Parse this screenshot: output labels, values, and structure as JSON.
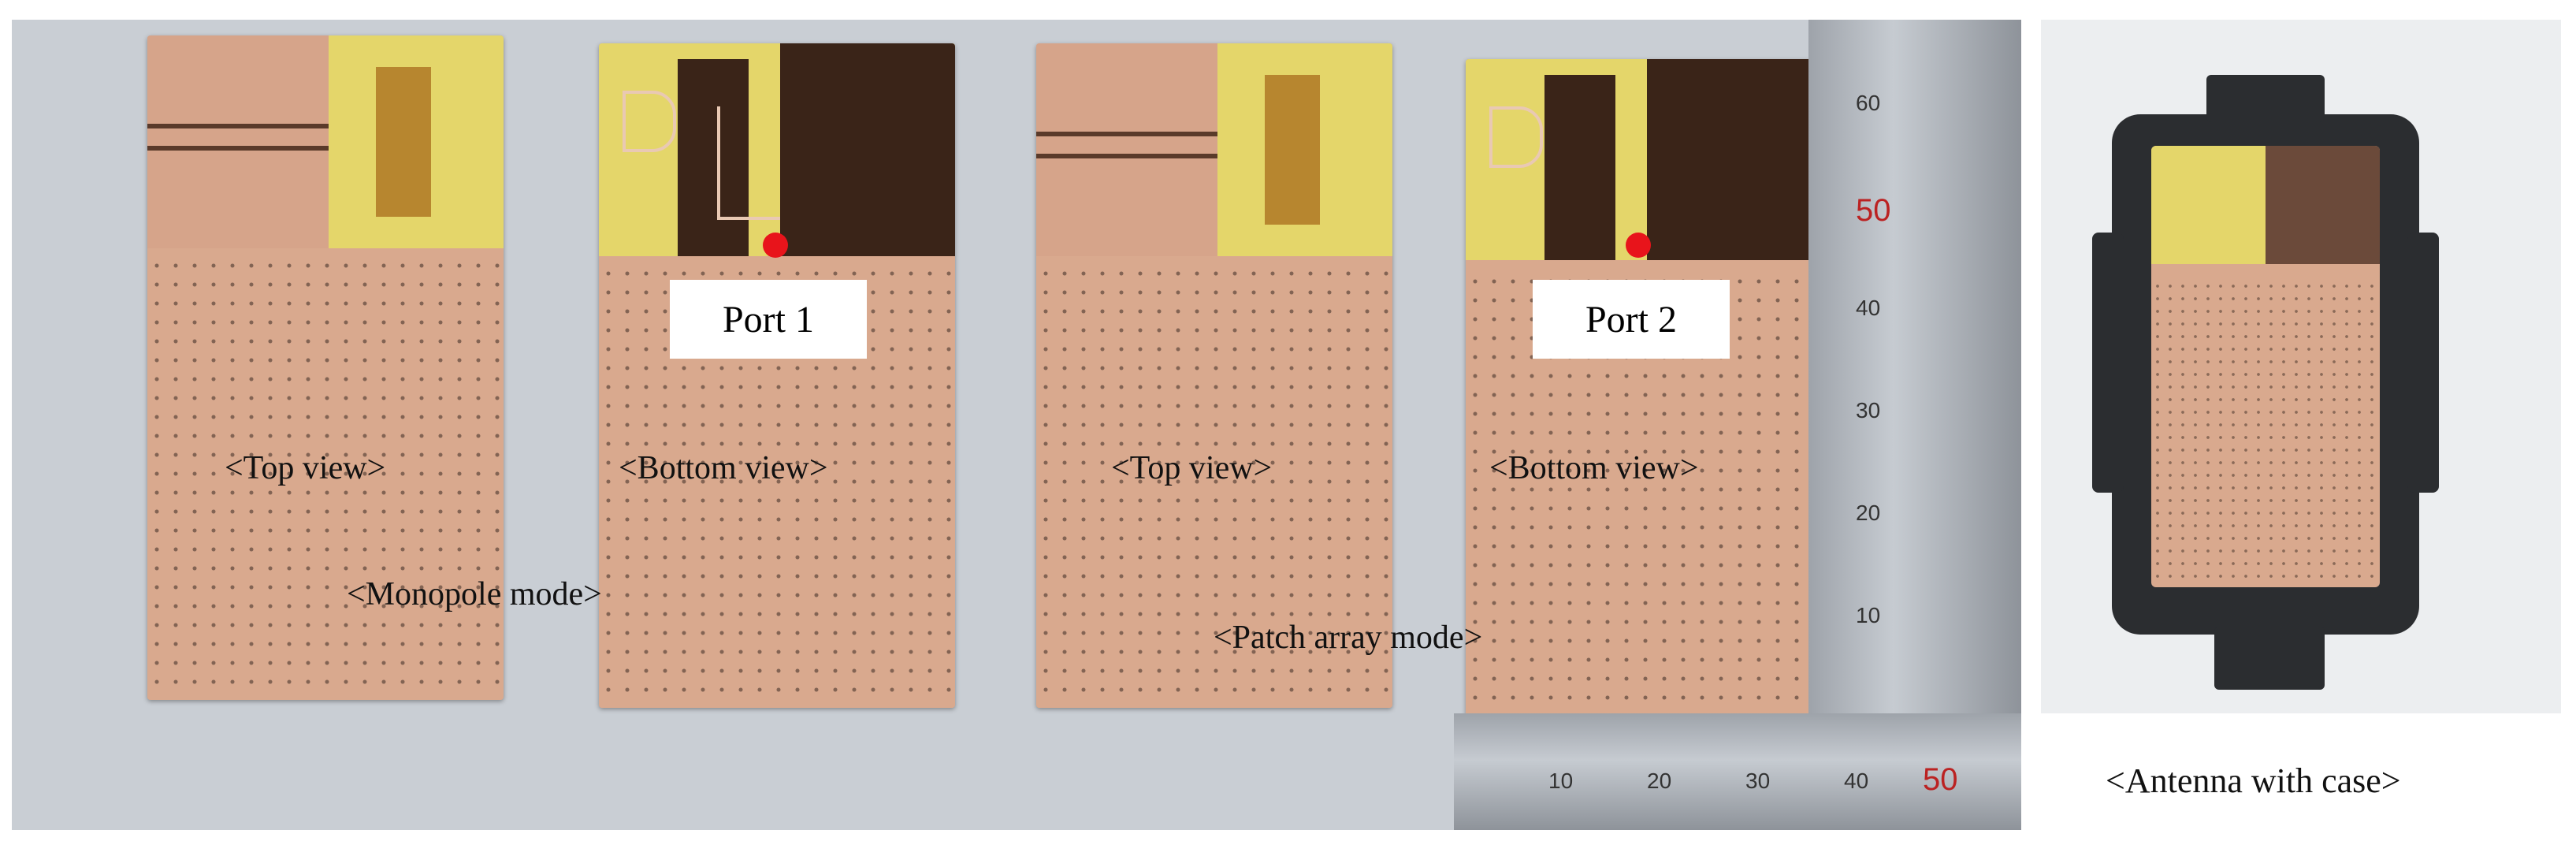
{
  "labels": {
    "port1": "Port 1",
    "port2": "Port 2",
    "top_view_1": "<Top view>",
    "bottom_view_1": "<Bottom view>",
    "top_view_2": "<Top view>",
    "bottom_view_2": "<Bottom view>",
    "monopole_mode": "<Monopole mode>",
    "patch_array_mode": "<Patch array mode>",
    "antenna_with_case": "<Antenna with case>"
  },
  "ruler": {
    "vertical_ticks": [
      "60",
      "50",
      "40",
      "30",
      "20",
      "10"
    ],
    "horizontal_ticks": [
      "10",
      "20",
      "30",
      "40",
      "50"
    ]
  },
  "colors": {
    "copper": "#d9a98e",
    "substrate": "#e4d66a",
    "port_marker": "#e8141b",
    "background": "#c9ced4"
  }
}
